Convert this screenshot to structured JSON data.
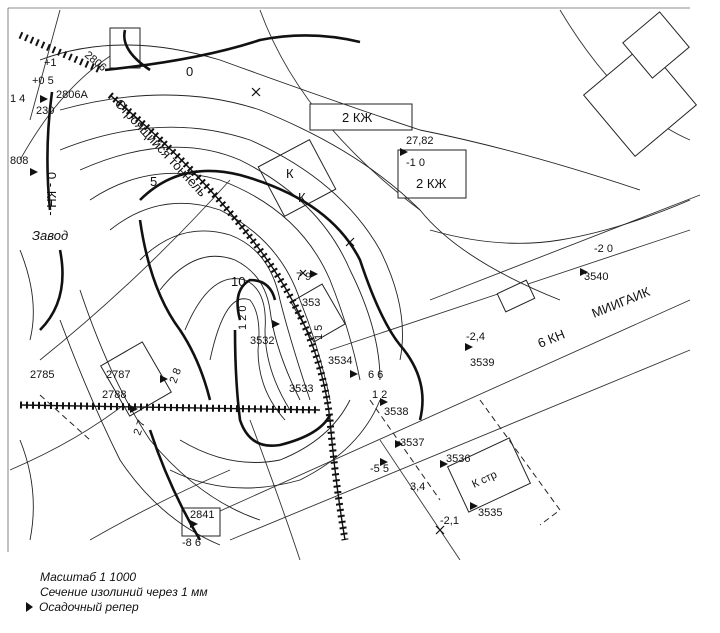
{
  "map": {
    "tunnel_label": "Строящийся тоннель",
    "zone_labels": [
      {
        "id": "zavod",
        "text": "Завод"
      },
      {
        "id": "zero-kn",
        "text": "0 - КН -"
      },
      {
        "id": "six-kn",
        "text": "6 КН"
      },
      {
        "id": "miigaik",
        "text": "МИИГАИК"
      }
    ],
    "building_labels": [
      {
        "id": "2kzh-top",
        "text": "2 КЖ"
      },
      {
        "id": "2kzh-right",
        "text": "2 КЖ"
      },
      {
        "id": "k-top",
        "text": "К"
      },
      {
        "id": "k-bottom",
        "text": "К"
      },
      {
        "id": "k-str",
        "text": "К стр"
      }
    ],
    "contour_labels": [
      {
        "id": "c0",
        "text": "0"
      },
      {
        "id": "c5",
        "text": "5"
      },
      {
        "id": "c10",
        "text": "10"
      },
      {
        "id": "c-2-0",
        "text": "-2 0"
      },
      {
        "id": "c-1-0",
        "text": "-1 0"
      }
    ],
    "point_numbers": [
      {
        "id": "p2806",
        "text": "2806"
      },
      {
        "id": "p2806a",
        "text": "2806A"
      },
      {
        "id": "p230",
        "text": "230"
      },
      {
        "id": "p808",
        "text": "808"
      },
      {
        "id": "p2785",
        "text": "2785"
      },
      {
        "id": "p2787",
        "text": "2787"
      },
      {
        "id": "p2788",
        "text": "2788"
      },
      {
        "id": "p2841",
        "text": "2841"
      },
      {
        "id": "p3532",
        "text": "3532"
      },
      {
        "id": "p353",
        "text": "353"
      },
      {
        "id": "p3533",
        "text": "3533"
      },
      {
        "id": "p3534",
        "text": "3534"
      },
      {
        "id": "p3538",
        "text": "3538"
      },
      {
        "id": "p3537",
        "text": "3537"
      },
      {
        "id": "p3536",
        "text": "3536"
      },
      {
        "id": "p3535",
        "text": "3535"
      },
      {
        "id": "p3539",
        "text": "3539"
      },
      {
        "id": "p3540",
        "text": "3540"
      }
    ],
    "values": [
      {
        "id": "v-plus05",
        "text": "+0 5"
      },
      {
        "id": "v-plus1",
        "text": "+1"
      },
      {
        "id": "v-14",
        "text": "1 4"
      },
      {
        "id": "v-2782",
        "text": "27,82"
      },
      {
        "id": "v-79",
        "text": "7 9"
      },
      {
        "id": "v-120",
        "text": "1 2 0"
      },
      {
        "id": "v-15",
        "text": "1 5"
      },
      {
        "id": "v-28",
        "text": "2 8"
      },
      {
        "id": "v-27",
        "text": "2 7"
      },
      {
        "id": "v-66",
        "text": "6 6"
      },
      {
        "id": "v-12",
        "text": "1 2"
      },
      {
        "id": "v-24",
        "text": "-2,4"
      },
      {
        "id": "v-55",
        "text": "-5 5"
      },
      {
        "id": "v-34",
        "text": "3,4"
      },
      {
        "id": "v-21",
        "text": "-2,1"
      },
      {
        "id": "v-86",
        "text": "-8 6"
      }
    ]
  },
  "legend": {
    "scale": "Масштаб 1 1000",
    "interval": "Сечение изолиний через 1 мм",
    "benchmark": "Осадочный репер"
  }
}
